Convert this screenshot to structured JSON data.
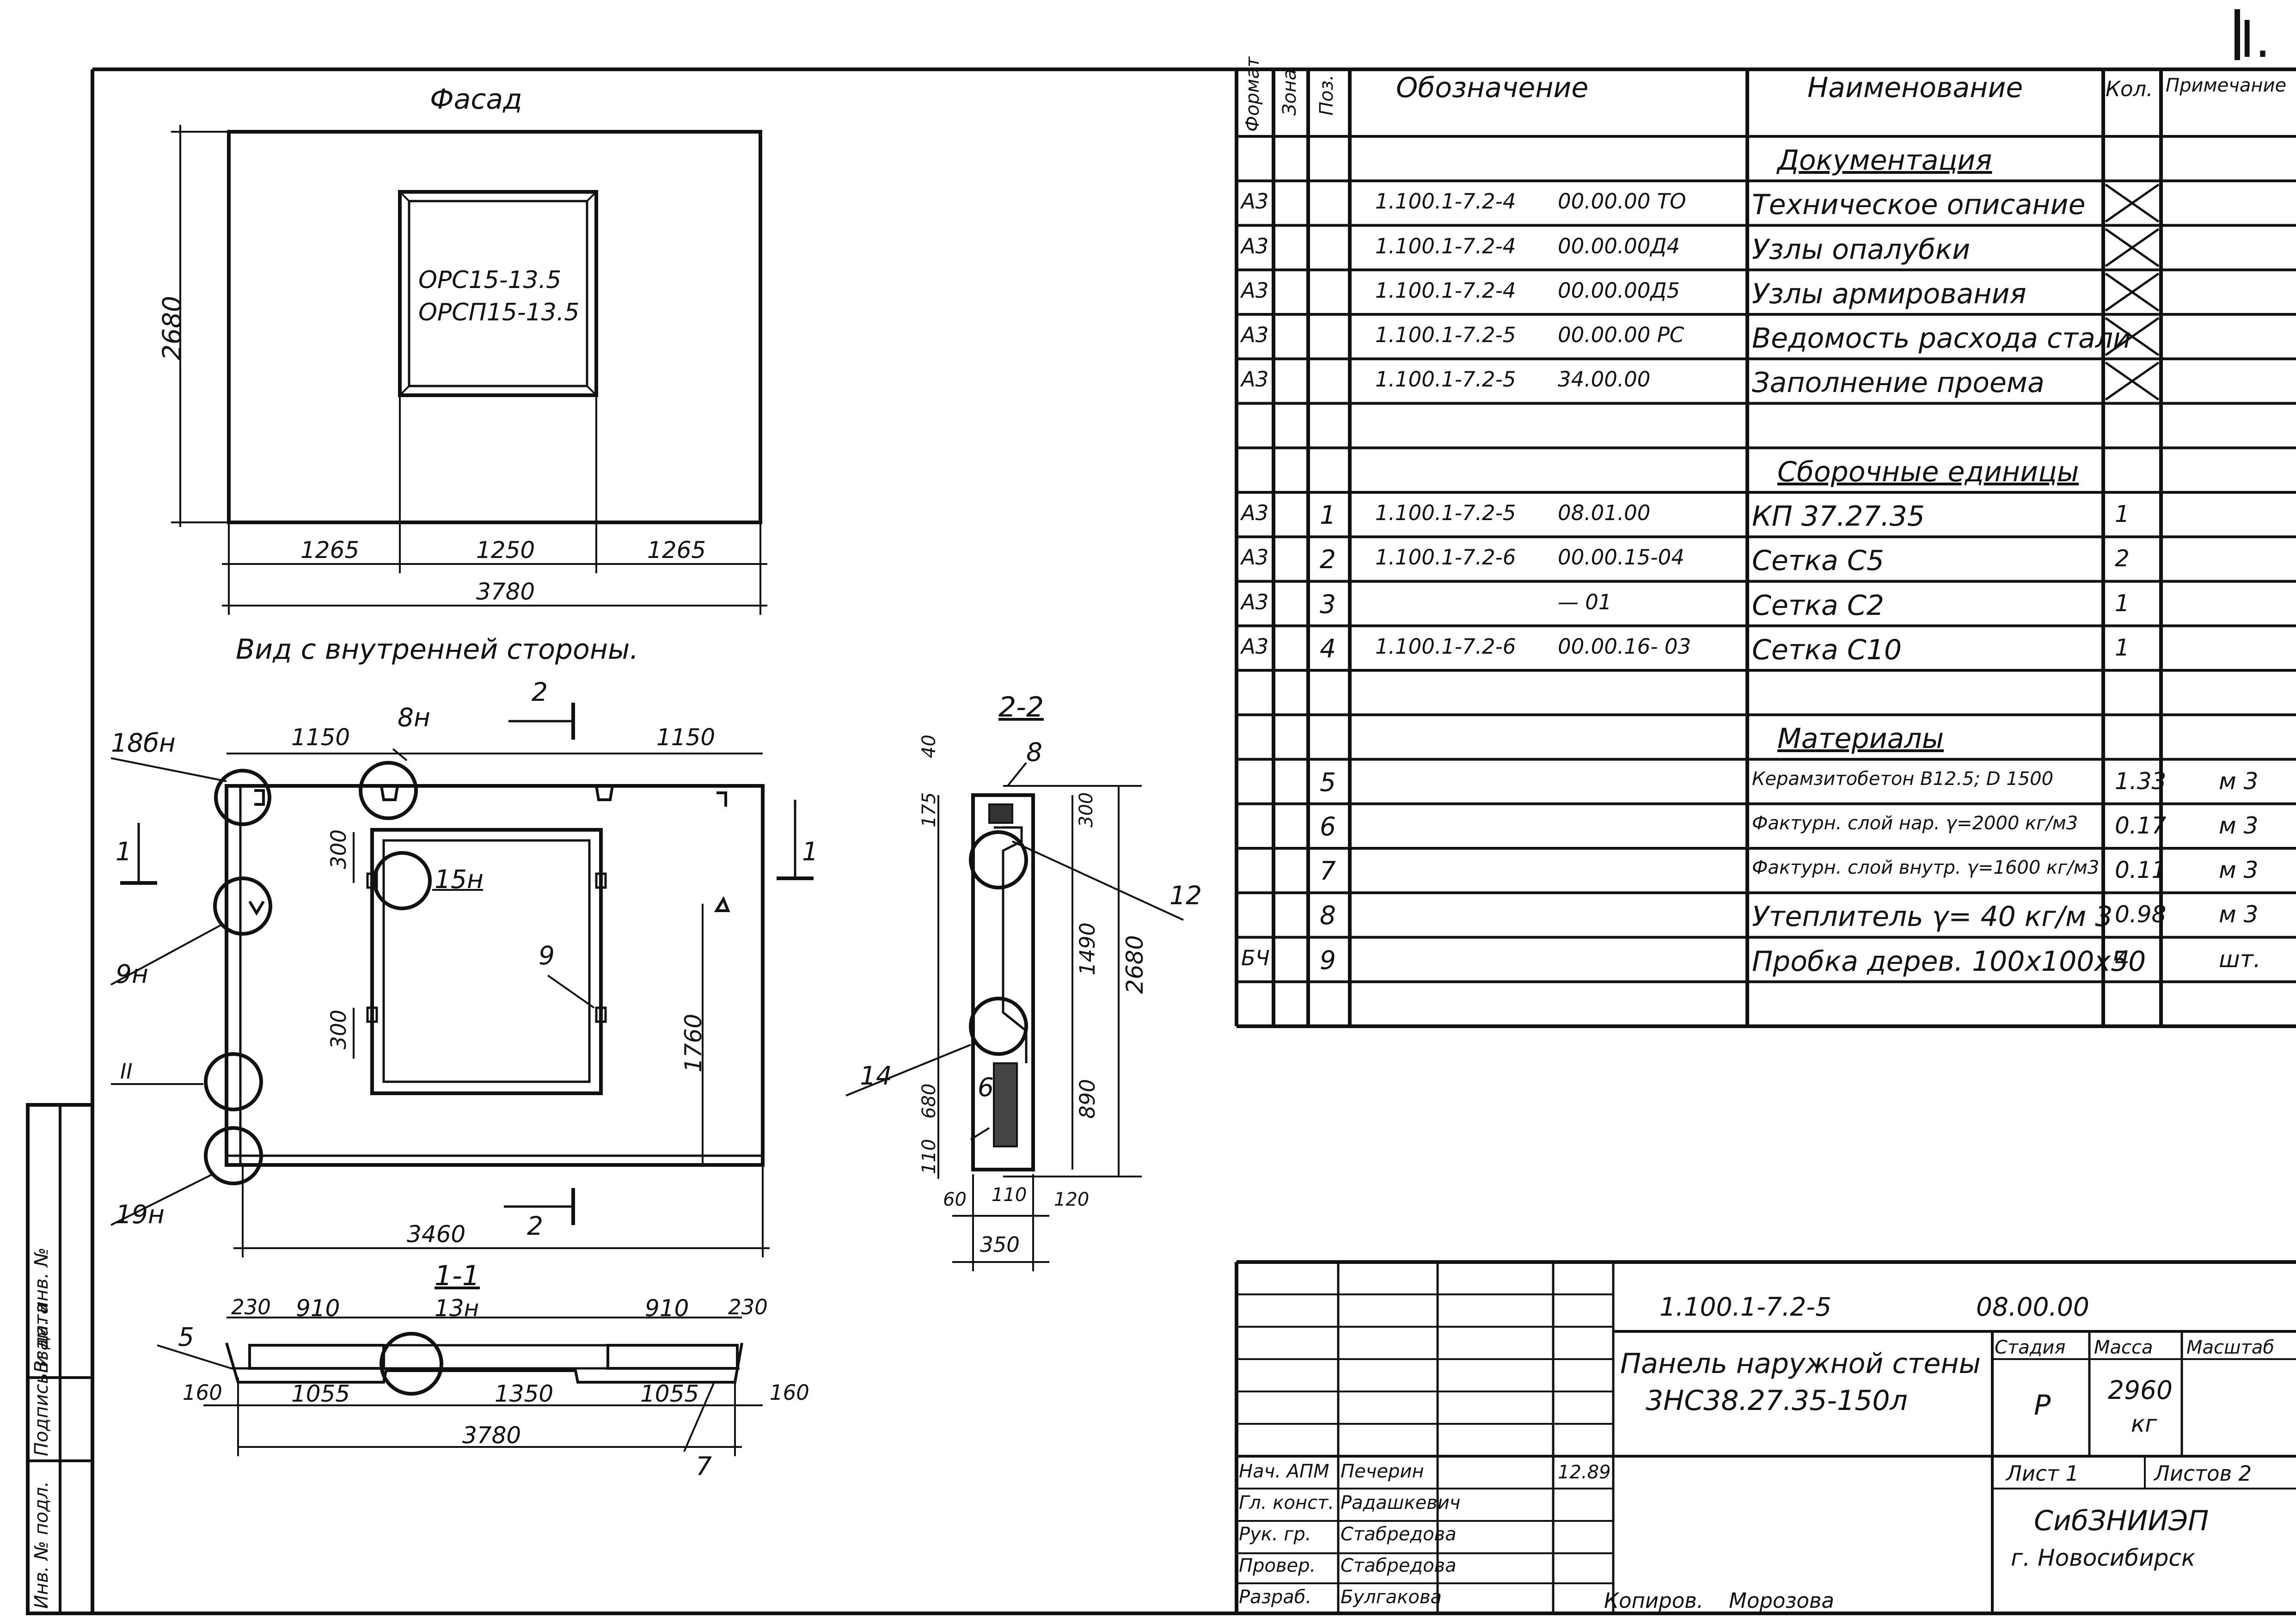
{
  "corner_mark": "I.",
  "drawings": {
    "facade": {
      "title": "Фасад",
      "dim_height": "2680",
      "dims_bottom": [
        "1265",
        "1250",
        "1265"
      ],
      "dim_total": "3780",
      "window_mark_1": "ОРС15-13.5",
      "window_mark_2": "ОРСП15-13.5"
    },
    "inner_view": {
      "title": "Вид с внутренней стороны.",
      "top_dims": [
        "1150",
        "1150"
      ],
      "total": "3460",
      "dims_inner": [
        "300",
        "300",
        "1760"
      ],
      "section_marks": [
        "2",
        "2",
        "1",
        "1"
      ],
      "callouts": [
        "18бн",
        "8н",
        "15н",
        "9н",
        "II",
        "19н"
      ],
      "pos9": "9"
    },
    "section_1_1": {
      "title": "1-1",
      "top_dims": [
        "230",
        "910",
        "13н",
        "910",
        "230"
      ],
      "bottom_dims": [
        "160",
        "1055",
        "1350",
        "1055",
        "160"
      ],
      "total": "3780",
      "labels": [
        "5",
        "7"
      ]
    },
    "section_2_2": {
      "title": "2-2",
      "left_dims": [
        "40",
        "175",
        "680",
        "110"
      ],
      "right_dims": [
        "300",
        "1490",
        "890",
        "2680"
      ],
      "bottom_dims": [
        "60",
        "110",
        "120",
        "350"
      ],
      "labels": [
        "8",
        "12",
        "14",
        "6"
      ]
    }
  },
  "spec_table": {
    "headers": {
      "format": "Формат",
      "zone": "Зона",
      "pos": "Поз.",
      "designation": "Обозначение",
      "name": "Наименование",
      "qty": "Кол.",
      "note": "Примечание"
    },
    "rows": [
      {
        "format": "",
        "pos": "",
        "code": "",
        "code2": "",
        "name": "Документация",
        "qty": "",
        "note": "",
        "section": true
      },
      {
        "format": "А3",
        "pos": "",
        "code": "1.100.1-7.2-4",
        "code2": "00.00.00 ТО",
        "name": "Техническое описание",
        "qty": "",
        "note": "",
        "cross": true
      },
      {
        "format": "А3",
        "pos": "",
        "code": "1.100.1-7.2-4",
        "code2": "00.00.00Д4",
        "name": "Узлы опалубки",
        "qty": "",
        "note": "",
        "cross": true
      },
      {
        "format": "А3",
        "pos": "",
        "code": "1.100.1-7.2-4",
        "code2": "00.00.00Д5",
        "name": "Узлы армирования",
        "qty": "",
        "note": "",
        "cross": true
      },
      {
        "format": "А3",
        "pos": "",
        "code": "1.100.1-7.2-5",
        "code2": "00.00.00 РС",
        "name": "Ведомость расхода стали",
        "qty": "",
        "note": "",
        "cross": true
      },
      {
        "format": "А3",
        "pos": "",
        "code": "1.100.1-7.2-5",
        "code2": "34.00.00",
        "name": "Заполнение проема",
        "qty": "",
        "note": "",
        "cross": true
      },
      {
        "format": "",
        "pos": "",
        "code": "",
        "code2": "",
        "name": "",
        "qty": "",
        "note": ""
      },
      {
        "format": "",
        "pos": "",
        "code": "",
        "code2": "",
        "name": "Сборочные единицы",
        "qty": "",
        "note": "",
        "section": true
      },
      {
        "format": "А3",
        "pos": "1",
        "code": "1.100.1-7.2-5",
        "code2": "08.01.00",
        "name": "КП 37.27.35",
        "qty": "1",
        "note": ""
      },
      {
        "format": "А3",
        "pos": "2",
        "code": "1.100.1-7.2-6",
        "code2": "00.00.15-04",
        "name": "Сетка С5",
        "qty": "2",
        "note": ""
      },
      {
        "format": "А3",
        "pos": "3",
        "code": "",
        "code2": "— 01",
        "name": "Сетка С2",
        "qty": "1",
        "note": ""
      },
      {
        "format": "А3",
        "pos": "4",
        "code": "1.100.1-7.2-6",
        "code2": "00.00.16- 03",
        "name": "Сетка С10",
        "qty": "1",
        "note": ""
      },
      {
        "format": "",
        "pos": "",
        "code": "",
        "code2": "",
        "name": "",
        "qty": "",
        "note": ""
      },
      {
        "format": "",
        "pos": "",
        "code": "",
        "code2": "",
        "name": "Материалы",
        "qty": "",
        "note": "",
        "section": true
      },
      {
        "format": "",
        "pos": "5",
        "code": "",
        "code2": "",
        "name": "Керамзитобетон В12.5; D 1500",
        "qty": "1.33",
        "note": "м 3",
        "small": true
      },
      {
        "format": "",
        "pos": "6",
        "code": "",
        "code2": "",
        "name": "Фактурн. слой нар. γ=2000 кг/м3",
        "qty": "0.17",
        "note": "м 3",
        "small": true
      },
      {
        "format": "",
        "pos": "7",
        "code": "",
        "code2": "",
        "name": "Фактурн. слой внутр. γ=1600 кг/м3",
        "qty": "0.11",
        "note": "м 3",
        "small": true
      },
      {
        "format": "",
        "pos": "8",
        "code": "",
        "code2": "",
        "name": "Утеплитель γ= 40 кг/м 3",
        "qty": "0.98",
        "note": "м 3"
      },
      {
        "format": "БЧ",
        "pos": "9",
        "code": "",
        "code2": "",
        "name": "Пробка дерев. 100х100х50",
        "qty": "4",
        "note": "шт."
      },
      {
        "format": "",
        "pos": "",
        "code": "",
        "code2": "",
        "name": "",
        "qty": "",
        "note": ""
      }
    ]
  },
  "title_block": {
    "doc_code": "1.100.1-7.2-5",
    "doc_code2": "08.00.00",
    "name_line1": "Панель наружной стены",
    "name_line2": "3НС38.27.35-150л",
    "stage_label": "Стадия",
    "mass_label": "Масса",
    "scale_label": "Масштаб",
    "stage": "Р",
    "mass": "2960",
    "mass_unit": "кг",
    "sheet_label": "Лист 1",
    "sheets_label": "Листов 2",
    "org": "СибЗНИИЭП",
    "city": "г. Новосибирск",
    "date": "12.89",
    "staff": [
      {
        "role": "Нач. АПМ",
        "name": "Печерин"
      },
      {
        "role": "Гл. конст.",
        "name": "Радашкевич"
      },
      {
        "role": "Рук. гр.",
        "name": "Стабредова"
      },
      {
        "role": "Провер.",
        "name": "Стабредова"
      },
      {
        "role": "Разраб.",
        "name": "Булгакова"
      }
    ],
    "copied_label": "Копиров.",
    "copied_name": "Морозова"
  },
  "side_stamp": {
    "inv": "Инв. № подл.",
    "sign": "Подпись и дата",
    "vz": "Взам. инв. №"
  }
}
